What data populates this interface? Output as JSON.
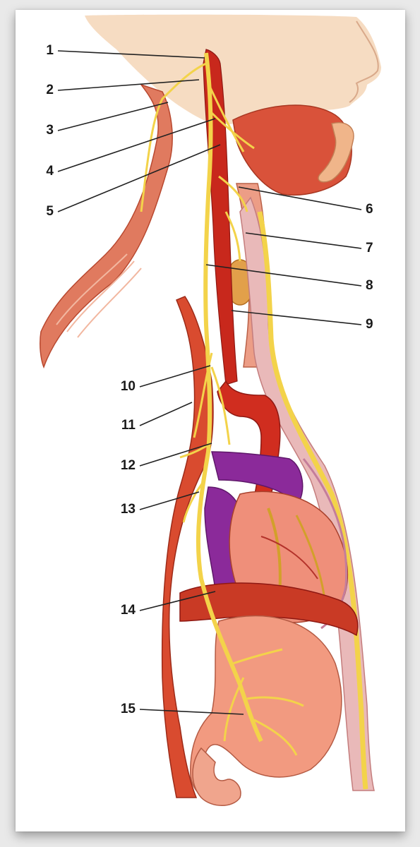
{
  "figure": {
    "description_free": true,
    "labels_left": [
      "1",
      "2",
      "3",
      "4",
      "5",
      "10",
      "11",
      "12",
      "13",
      "14",
      "15"
    ],
    "labels_right": [
      "6",
      "7",
      "8",
      "9"
    ]
  },
  "colors": {
    "nerve": "#f3d34a",
    "muscle": "#d7472c",
    "aorta": "#c8281c",
    "vein": "#8b2a9a",
    "skin": "#f4d3b5",
    "stomach": "#f29a80"
  }
}
